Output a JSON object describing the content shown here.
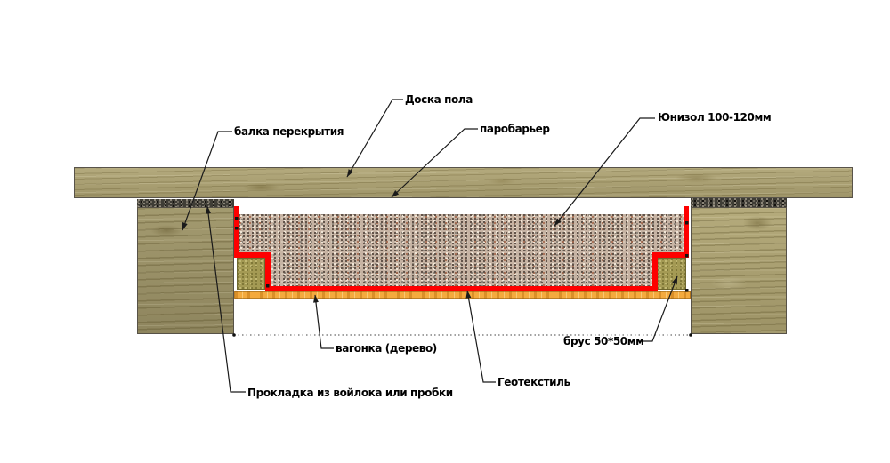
{
  "labels": {
    "floor_board": "Доска пола",
    "joist": "балка перекрытия",
    "vapor_barrier": "паробарьер",
    "unizol": "Юнизол 100-120мм",
    "lining": "вагонка (дерево)",
    "brus": "брус 50*50мм",
    "geotextile": "Геотекстиль",
    "gasket": "Прокладка из войлока или пробки"
  },
  "colors": {
    "membrane_red": "#fe0000",
    "wood_base": "#a89e6e",
    "insulation_base": "#c6b3a3",
    "lining_orange": "#f4aa3e",
    "brus_olive": "#a49a54",
    "gasket_dark": "#3f3d36",
    "leader_line": "#1a1a1a",
    "background": "#ffffff"
  }
}
